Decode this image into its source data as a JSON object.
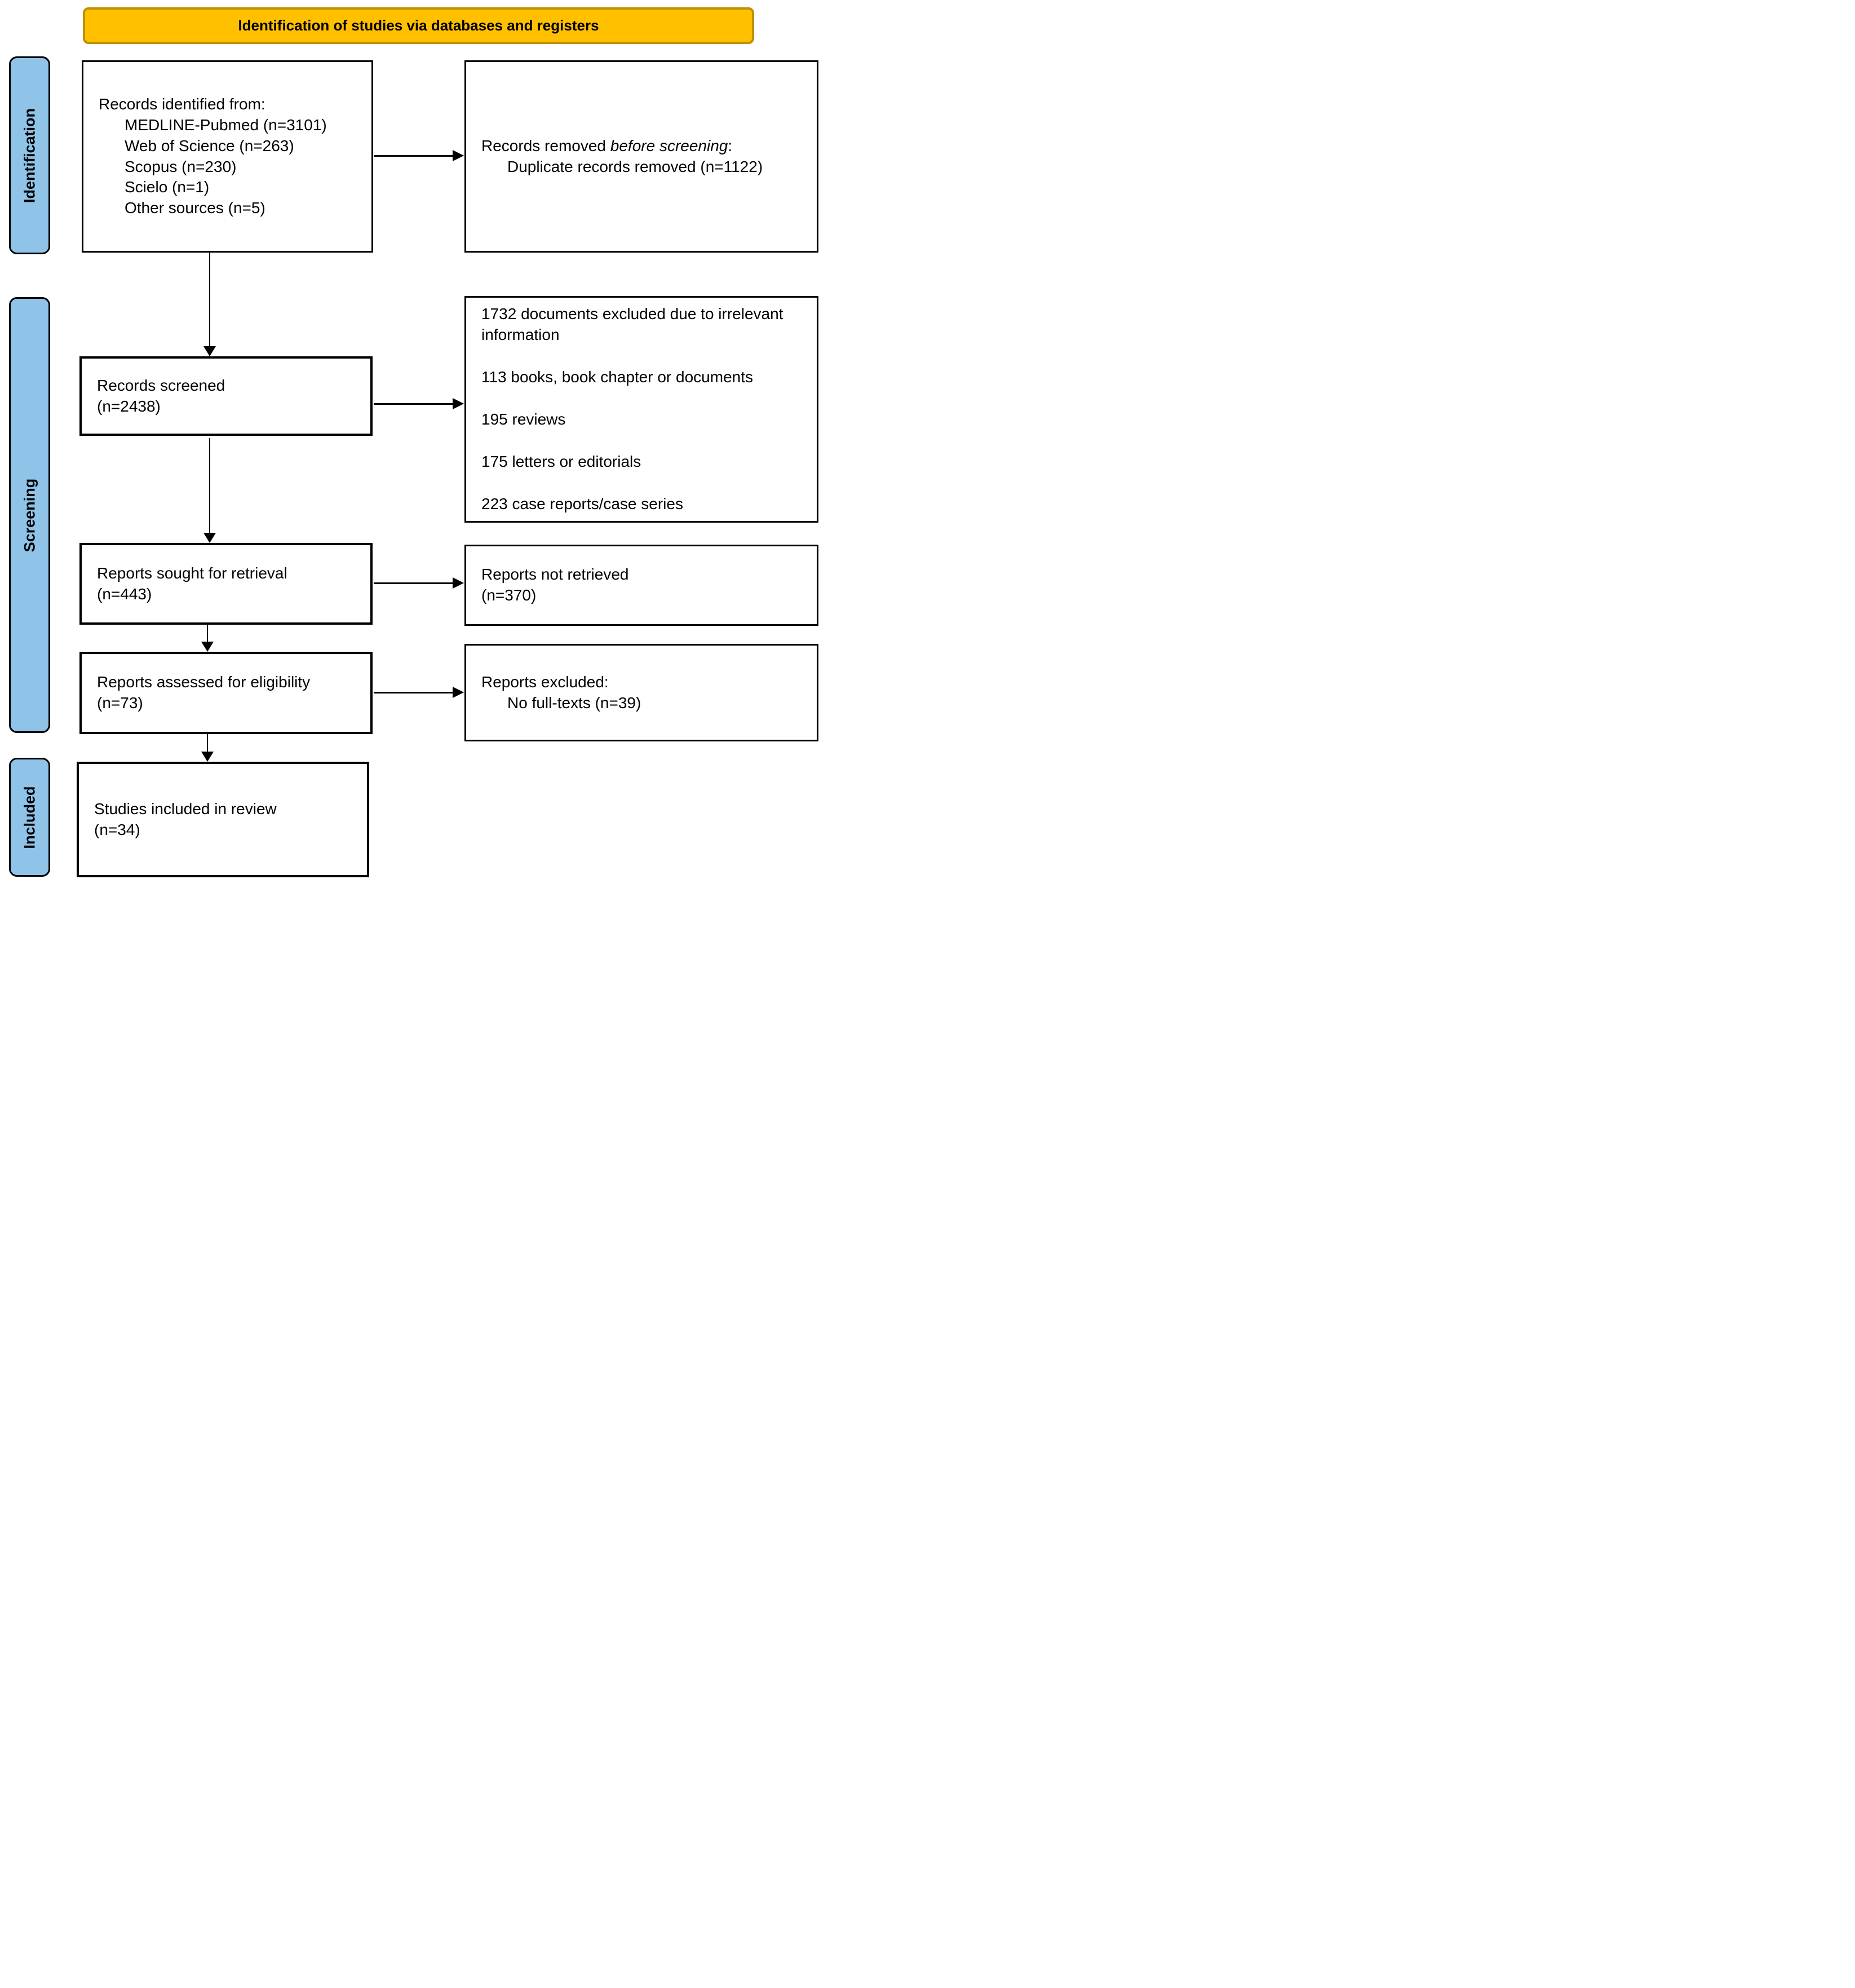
{
  "banner": {
    "label": "Identification of studies via databases and registers"
  },
  "stages": [
    {
      "label": "Identification"
    },
    {
      "label": "Screening"
    },
    {
      "label": "Included"
    }
  ],
  "boxes": {
    "records_identified": {
      "intro": "Records identified from:",
      "items": [
        "MEDLINE-Pubmed (n=3101)",
        "Web of Science (n=263)",
        "Scopus (n=230)",
        "Scielo (n=1)",
        "Other sources (n=5)"
      ]
    },
    "records_removed": {
      "line1_prefix": "Records removed ",
      "line1_italic": "before screening",
      "line1_suffix": ":",
      "item": "Duplicate records removed (n=1122)"
    },
    "records_screened": {
      "line1": "Records screened",
      "line2": "(n=2438)"
    },
    "screening_excluded": {
      "items": [
        "1732 documents excluded due to irrelevant information",
        "113 books, book chapter or documents",
        "195 reviews",
        "175 letters or editorials",
        "223 case reports/case series"
      ]
    },
    "reports_sought": {
      "line1": "Reports sought for retrieval",
      "line2": "(n=443)"
    },
    "reports_not_retrieved": {
      "line1": "Reports not retrieved",
      "line2": "(n=370)"
    },
    "reports_assessed": {
      "line1": "Reports assessed for eligibility",
      "line2": "(n=73)"
    },
    "reports_excluded": {
      "line1": "Reports excluded:",
      "item": "No full-texts (n=39)"
    },
    "studies_included": {
      "line1": "Studies included in review",
      "line2": "(n=34)"
    }
  },
  "colors": {
    "banner_fill": "#FFC000",
    "banner_border": "#BF9000",
    "stage_fill": "#8FC3E8",
    "box_border": "#000000",
    "arrow": "#000000",
    "text": "#000000"
  }
}
